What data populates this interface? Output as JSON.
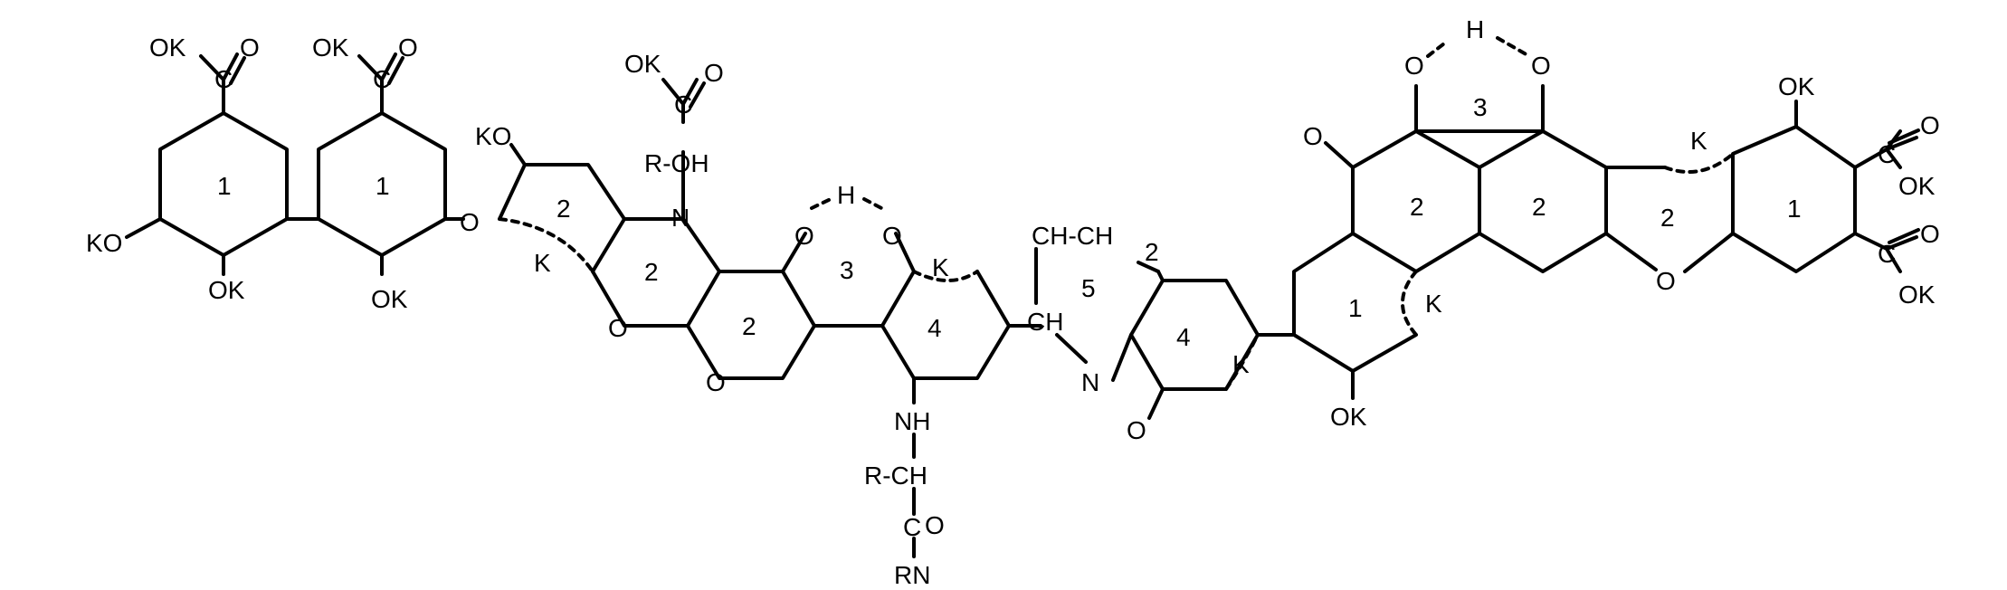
{
  "diagram": {
    "labels": {
      "okA": "OK",
      "oA": "O",
      "cA": "C",
      "okB": "OK",
      "oB": "O",
      "cB": "C",
      "ko1": "KO",
      "ok1": "OK",
      "ok2": "OK",
      "ko2": "KO",
      "o_link": "O",
      "okC": "OK",
      "oC": "O",
      "cC": "C",
      "rohC": "R-OH",
      "nC": "N",
      "o_ring2": "O",
      "o_ring2b": "O",
      "o3a": "O",
      "h3": "H",
      "o3b": "O",
      "nh": "NH",
      "rch": "R-CH",
      "c_eq": "C",
      "o_eq": "O",
      "rn": "RN",
      "chch2": "CH-CH",
      "sub2": "2",
      "ch": "CH",
      "n5": "N",
      "o_keto": "O",
      "k1": "K",
      "k2": "K",
      "k3": "K",
      "o_left_keto": "O",
      "o_top_l": "O",
      "h_top": "H",
      "o_top_r": "O",
      "ok_bot": "OK",
      "k_mid": "K",
      "k_right": "K",
      "o_ring_r": "O",
      "ok_r1": "OK",
      "c_r1": "C",
      "o_r1": "O",
      "ok_r1b": "OK",
      "c_r2": "C",
      "o_r2": "O",
      "ok_r2": "OK"
    },
    "rings": {
      "r1a": "1",
      "r1b": "1",
      "r2a": "2",
      "r2b": "2",
      "r2c": "2",
      "r3": "3",
      "r4a": "4",
      "r5": "5",
      "r4b": "4",
      "r1c": "1",
      "r2d": "2",
      "r3b": "3",
      "r2e": "2",
      "r2f": "2",
      "r1d": "1"
    }
  }
}
